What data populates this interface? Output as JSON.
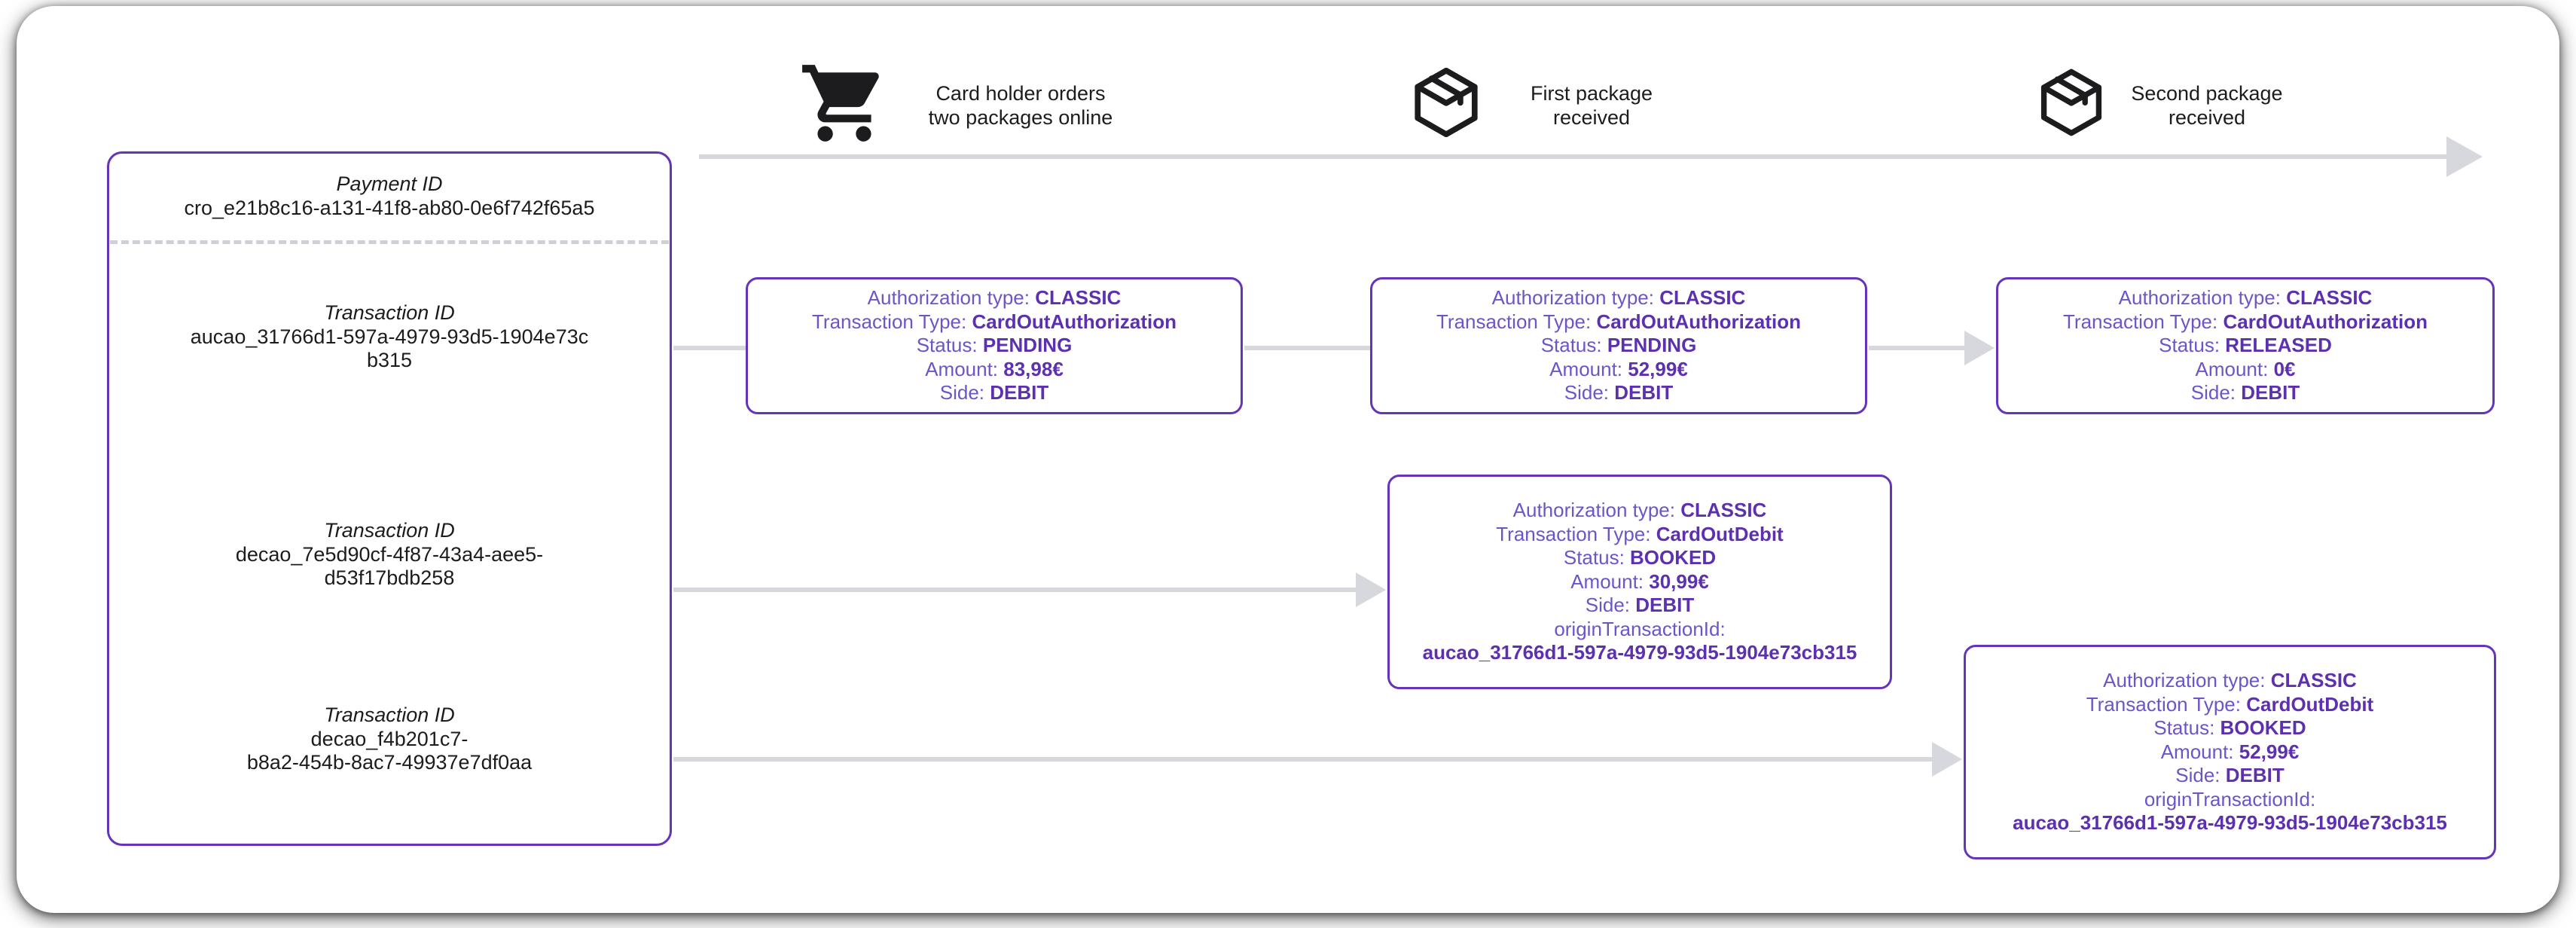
{
  "colors": {
    "accent_border": "#6435ba",
    "label_text": "#6e54c8",
    "value_text": "#5c30ae",
    "connector_gray": "#d7d7de",
    "dark_text": "#1c1c1e",
    "divider_gray": "#cfcfd6"
  },
  "timeline": {
    "steps": [
      {
        "icon": "shopping-cart",
        "lines": [
          "Card holder orders",
          "two packages online"
        ]
      },
      {
        "icon": "package",
        "lines": [
          "First package",
          "received"
        ]
      },
      {
        "icon": "package",
        "lines": [
          "Second package",
          "received"
        ]
      }
    ]
  },
  "panel": {
    "payment_label": "Payment ID",
    "payment_id": "cro_e21b8c16-a131-41f8-ab80-0e6f742f65a5",
    "transactions": [
      {
        "label": "Transaction ID",
        "id_lines": [
          "aucao_31766d1-597a-4979-93d5-1904e73c",
          "b315"
        ]
      },
      {
        "label": "Transaction ID",
        "id_lines": [
          "decao_7e5d90cf-4f87-43a4-aee5-",
          "d53f17bdb258"
        ]
      },
      {
        "label": "Transaction ID",
        "id_lines": [
          "decao_f4b201c7-",
          "b8a2-454b-8ac7-49937e7df0aa"
        ]
      }
    ]
  },
  "boxes": [
    {
      "fields": [
        [
          "Authorization type: ",
          "CLASSIC"
        ],
        [
          "Transaction Type: ",
          "CardOutAuthorization"
        ],
        [
          "Status: ",
          "PENDING"
        ],
        [
          "Amount: ",
          "83,98€"
        ],
        [
          "Side: ",
          "DEBIT"
        ]
      ]
    },
    {
      "fields": [
        [
          "Authorization type: ",
          "CLASSIC"
        ],
        [
          "Transaction Type: ",
          "CardOutAuthorization"
        ],
        [
          "Status: ",
          "PENDING"
        ],
        [
          "Amount: ",
          "52,99€"
        ],
        [
          "Side: ",
          "DEBIT"
        ]
      ]
    },
    {
      "fields": [
        [
          "Authorization type: ",
          "CLASSIC"
        ],
        [
          "Transaction Type: ",
          "CardOutAuthorization"
        ],
        [
          "Status: ",
          "RELEASED"
        ],
        [
          "Amount: ",
          "0€"
        ],
        [
          "Side: ",
          "DEBIT"
        ]
      ]
    },
    {
      "fields": [
        [
          "Authorization type: ",
          "CLASSIC"
        ],
        [
          "Transaction Type: ",
          "CardOutDebit"
        ],
        [
          "Status: ",
          "BOOKED"
        ],
        [
          "Amount: ",
          "30,99€"
        ],
        [
          "Side: ",
          "DEBIT"
        ],
        [
          "originTransactionId:",
          ""
        ]
      ],
      "origin_id": "aucao_31766d1-597a-4979-93d5-1904e73cb315"
    },
    {
      "fields": [
        [
          "Authorization type: ",
          "CLASSIC"
        ],
        [
          "Transaction Type: ",
          "CardOutDebit"
        ],
        [
          "Status: ",
          "BOOKED"
        ],
        [
          "Amount: ",
          "52,99€"
        ],
        [
          "Side: ",
          "DEBIT"
        ],
        [
          "originTransactionId:",
          ""
        ]
      ],
      "origin_id": "aucao_31766d1-597a-4979-93d5-1904e73cb315"
    }
  ]
}
